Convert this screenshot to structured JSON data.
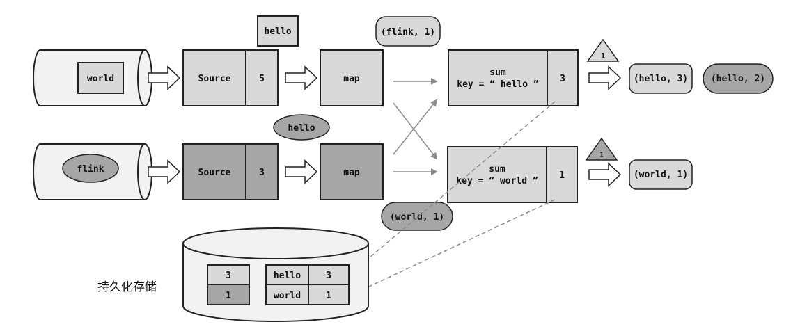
{
  "sources": [
    {
      "name": "Source",
      "offset": "5",
      "queued_record": "world"
    },
    {
      "name": "Source",
      "offset": "3",
      "queued_record": "flink"
    }
  ],
  "maps": [
    {
      "name": "map"
    },
    {
      "name": "map"
    }
  ],
  "sums": [
    {
      "line1": "sum",
      "line2": "key = “ hello ”",
      "count": "3"
    },
    {
      "line1": "sum",
      "line2": "key = “ world ”",
      "count": "1"
    }
  ],
  "in_flight": {
    "hello_top": "hello",
    "flink_pair": "(flink, 1)",
    "hello_mid": "hello",
    "world_pair": "(world, 1)"
  },
  "barriers": [
    "1",
    "1"
  ],
  "outputs": {
    "hello_3": "(hello, 3)",
    "hello_2": "(hello, 2)",
    "world_1": "(world, 1)"
  },
  "storage": {
    "label": "持久化存储",
    "source_offsets": [
      "3",
      "1"
    ],
    "sum_state": [
      {
        "key": "hello",
        "value": "3"
      },
      {
        "key": "world",
        "value": "1"
      }
    ]
  }
}
